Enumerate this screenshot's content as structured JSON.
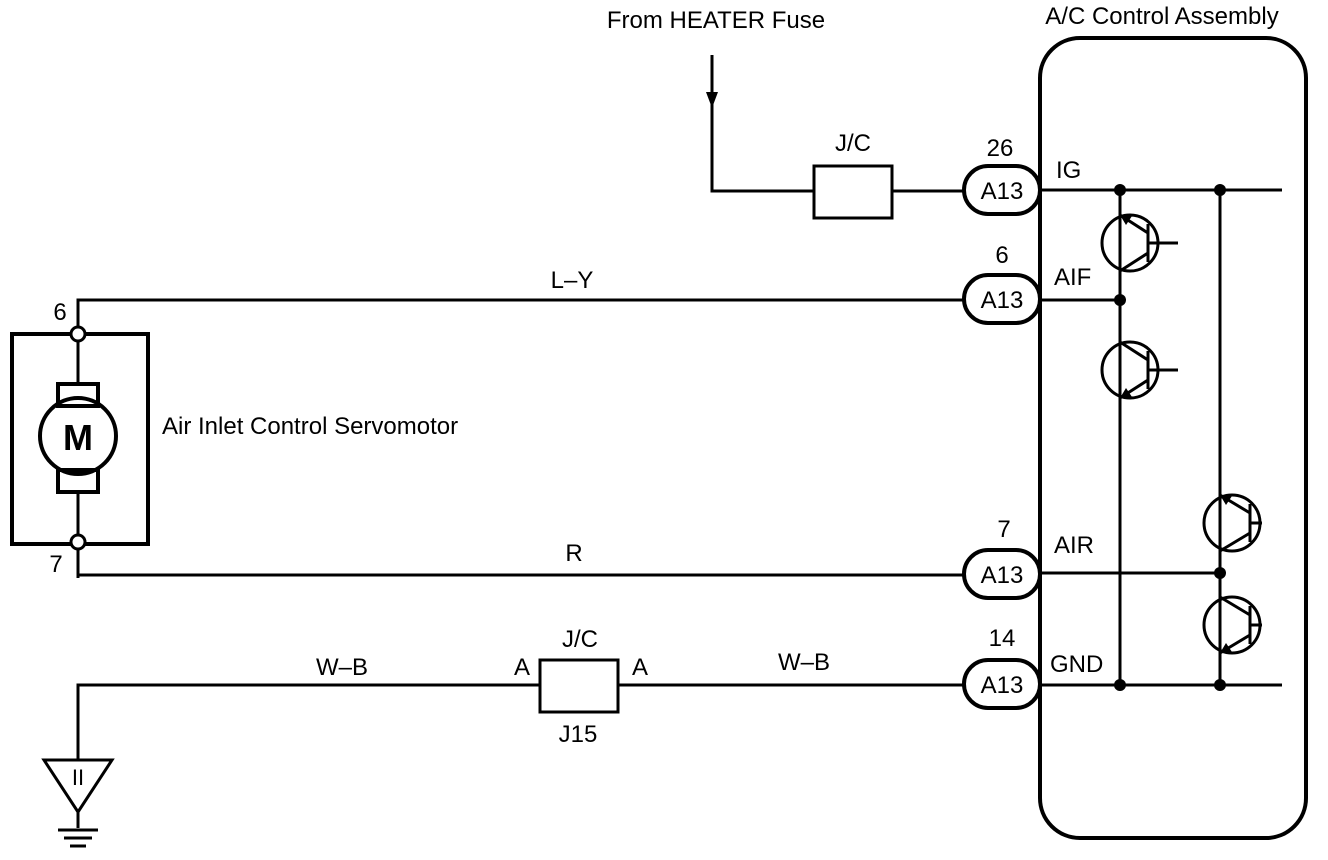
{
  "header": {
    "source_label": "From HEATER Fuse",
    "assembly_label": "A/C Control Assembly"
  },
  "servomotor": {
    "label": "Air Inlet Control Servomotor",
    "symbol": "M",
    "pin_top": "6",
    "pin_bottom": "7"
  },
  "junction_top": {
    "label": "J/C"
  },
  "junction_bottom": {
    "label": "J/C",
    "code": "J15",
    "pin_left": "A",
    "pin_right": "A"
  },
  "wires": {
    "ly": "L–Y",
    "r": "R",
    "wb_left": "W–B",
    "wb_right": "W–B"
  },
  "connectors": [
    {
      "pin": "26",
      "code": "A13",
      "terminal": "IG"
    },
    {
      "pin": "6",
      "code": "A13",
      "terminal": "AIF"
    },
    {
      "pin": "7",
      "code": "A13",
      "terminal": "AIR"
    },
    {
      "pin": "14",
      "code": "A13",
      "terminal": "GND"
    }
  ],
  "ground": {
    "symbol": "II"
  }
}
